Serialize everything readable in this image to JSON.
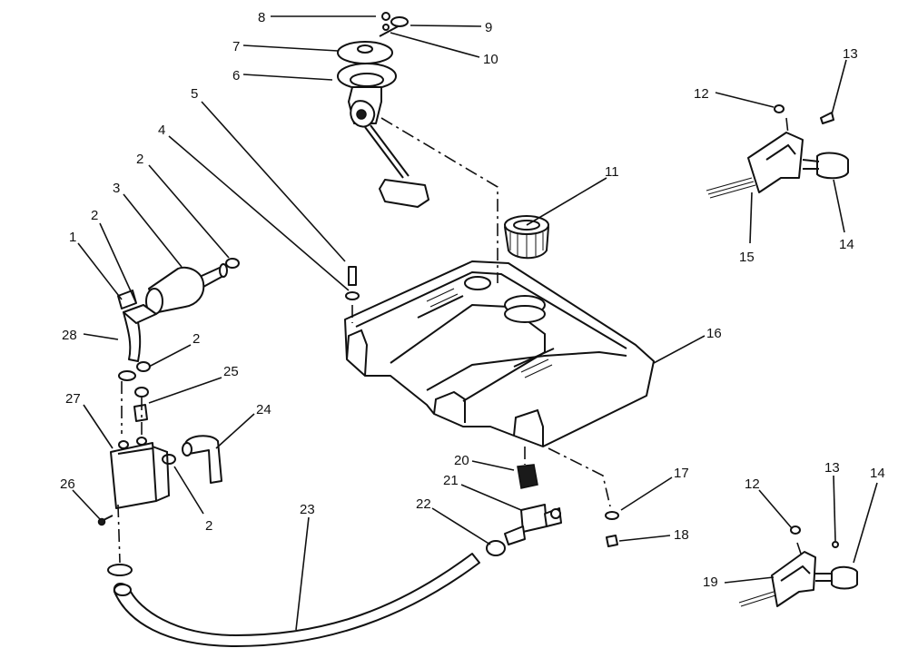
{
  "callouts": [
    {
      "id": "c8",
      "text": "8"
    },
    {
      "id": "c9",
      "text": "9"
    },
    {
      "id": "c7",
      "text": "7"
    },
    {
      "id": "c10",
      "text": "10"
    },
    {
      "id": "c6",
      "text": "6"
    },
    {
      "id": "c5",
      "text": "5"
    },
    {
      "id": "c4",
      "text": "4"
    },
    {
      "id": "c2a",
      "text": "2"
    },
    {
      "id": "c3",
      "text": "3"
    },
    {
      "id": "c2b",
      "text": "2"
    },
    {
      "id": "c1",
      "text": "1"
    },
    {
      "id": "c28",
      "text": "28"
    },
    {
      "id": "c2c",
      "text": "2"
    },
    {
      "id": "c25",
      "text": "25"
    },
    {
      "id": "c27",
      "text": "27"
    },
    {
      "id": "c24",
      "text": "24"
    },
    {
      "id": "c26",
      "text": "26"
    },
    {
      "id": "c2d",
      "text": "2"
    },
    {
      "id": "c23",
      "text": "23"
    },
    {
      "id": "c20",
      "text": "20"
    },
    {
      "id": "c21",
      "text": "21"
    },
    {
      "id": "c22",
      "text": "22"
    },
    {
      "id": "c11",
      "text": "11"
    },
    {
      "id": "c16",
      "text": "16"
    },
    {
      "id": "c17",
      "text": "17"
    },
    {
      "id": "c18",
      "text": "18"
    },
    {
      "id": "c12a",
      "text": "12"
    },
    {
      "id": "c13a",
      "text": "13"
    },
    {
      "id": "c15",
      "text": "15"
    },
    {
      "id": "c14a",
      "text": "14"
    },
    {
      "id": "c12b",
      "text": "12"
    },
    {
      "id": "c13b",
      "text": "13"
    },
    {
      "id": "c14b",
      "text": "14"
    },
    {
      "id": "c19",
      "text": "19"
    }
  ]
}
